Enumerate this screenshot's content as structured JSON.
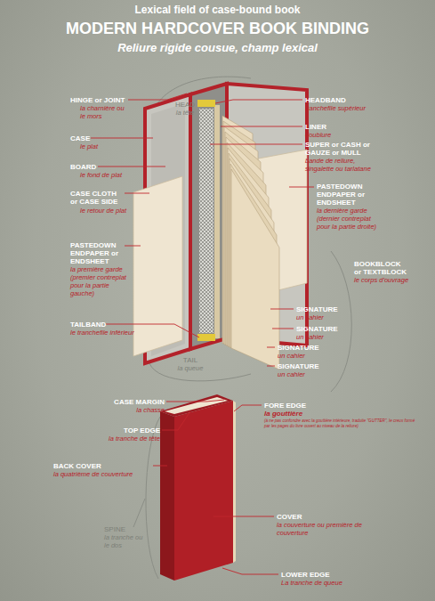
{
  "diagram": {
    "title": "MODERN HARDCOVER BOOK BINDING",
    "labels": [
      "Lexical field of case-bound book",
      "Reliure rigide cousue, champ lexical",
      "HEAD",
      "la tête",
      "HINGE or JOINT",
      "la charnière ou le mors",
      "CASE",
      "le plat",
      "BOARD",
      "le fond de plat",
      "CASE CLOTH or CASE SIDE",
      "le retour de plat",
      "PASTEDOWN ENDPAPER or ENDSHEET",
      "la première garde (premier contreplat pour la partie gauche)",
      "TAILBAND",
      "le tranchefile inférieur",
      "HEADBAND",
      "tranchefile supérieur",
      "LINER",
      "doublure",
      "SUPER or CASH or GAUZE or MULL",
      "bande de reliure, singalette ou tarlatane",
      "PASTEDOWN ENDPAPER or ENDSHEET",
      "la dernière garde (dernier contreplat pour la partie droite)",
      "BOOKBLOCK or TEXTBLOCK",
      "le corps d'ouvrage",
      "SIGNATURE",
      "un cahier",
      "SIGNATURE",
      "un cahier",
      "SIGNATURE",
      "un cahier",
      "SIGNATURE",
      "un cahier",
      "TAIL",
      "la queue",
      "CASE MARGIN",
      "la chasse",
      "TOP EDGE",
      "la tranche de tête",
      "BACK COVER",
      "la quatrième de couverture",
      "SPINE",
      "la tranche ou le dos",
      "FORE EDGE",
      "la gouttière",
      "(à ne pas confondre avec la gouttière intérieure, traduite \"GUTTER\", le creux formé par les pages du livre ouvert au niveau de la reliure)",
      "COVER",
      "la couverture ou première de couverture",
      "LOWER EDGE",
      "La tranche de queue"
    ]
  }
}
